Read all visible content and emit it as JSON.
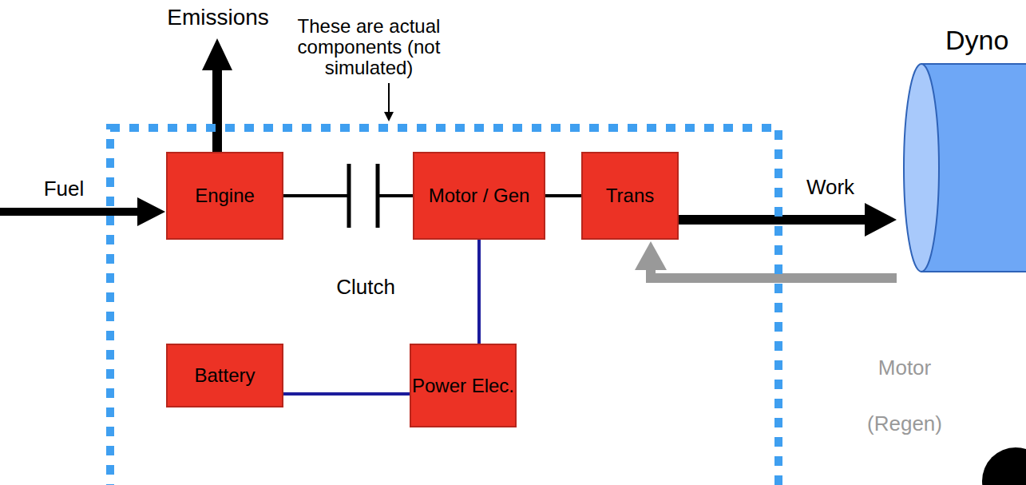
{
  "diagram": {
    "nodes": [
      {
        "text": [
          "These are actual components (not simulated)"
        ]
      },
      {
        "text": [
          "Engine"
        ],
        "in": 0
      },
      {
        "text": [
          "Motor / Gen"
        ],
        "in": 0
      },
      {
        "text": [
          "Trans"
        ],
        "in": 0
      },
      {
        "text": [
          "Battery"
        ],
        "in": 0
      },
      {
        "text": [
          "Power Elec."
        ],
        "in": 0
      },
      {
        "text": [
          "Dyno"
        ]
      }
    ],
    "edges": [
      {
        "from": 1,
        "to": 2,
        "arrow": "none",
        "label": "Clutch"
      },
      {
        "from": 2,
        "to": 3,
        "arrow": "none"
      },
      {
        "from": 2,
        "to": 5,
        "arrow": "none"
      },
      {
        "from": 4,
        "to": 5,
        "arrow": "none"
      },
      {
        "from": 3,
        "to": 6,
        "arrow": "to",
        "label": "Work"
      },
      {
        "from": 6,
        "to": 3,
        "arrow": "to",
        "label": "Motor (Regen)"
      }
    ],
    "labels": [
      "Emissions",
      "Fuel"
    ]
  }
}
